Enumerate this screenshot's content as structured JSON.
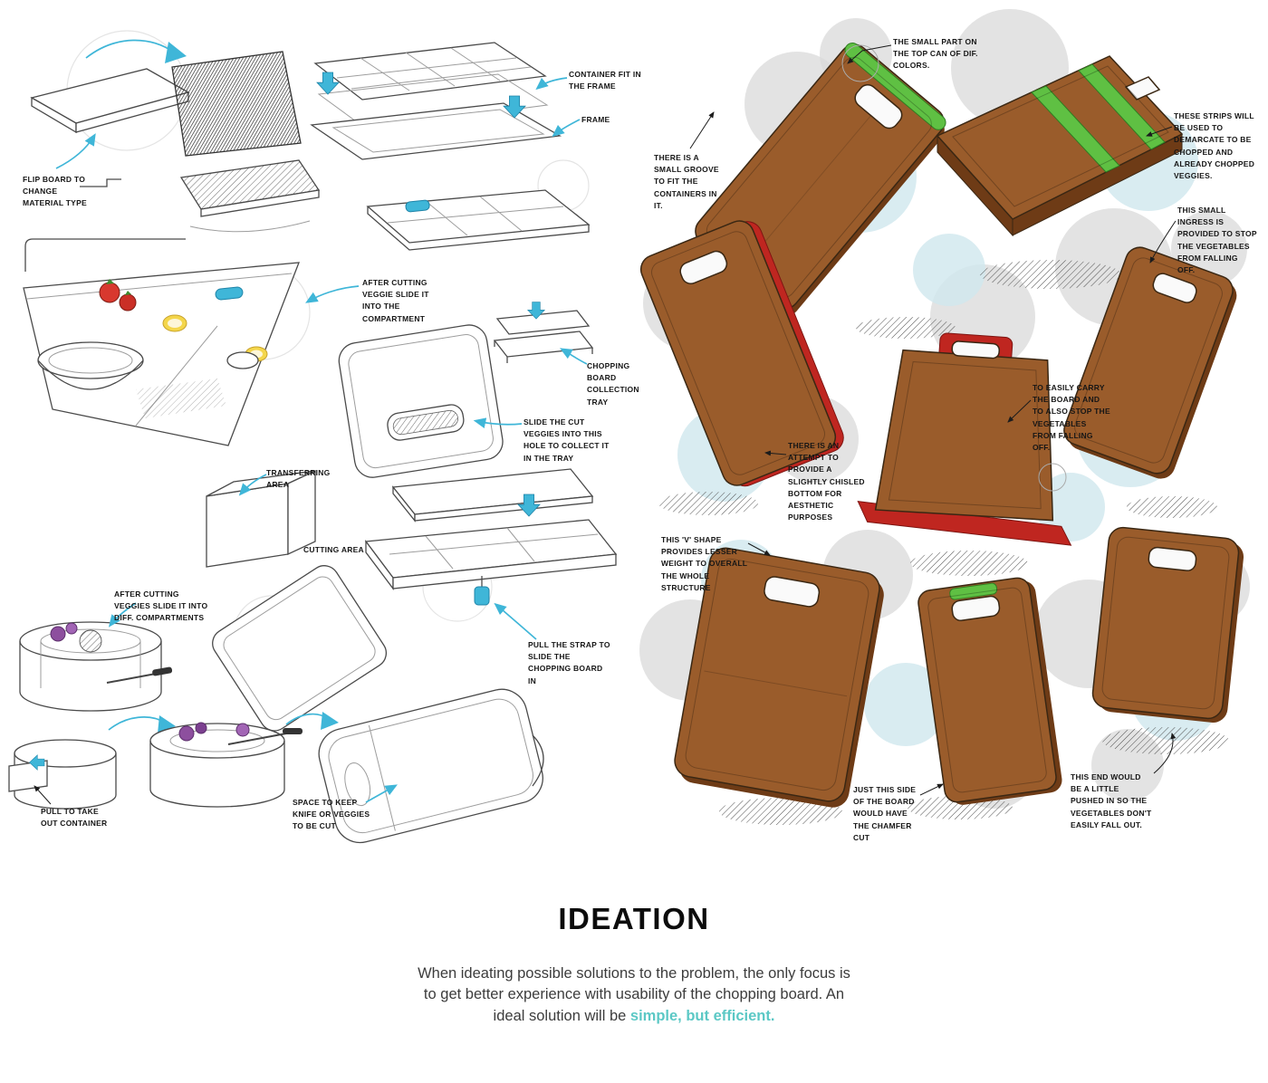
{
  "colors": {
    "arrow_blue": "#3fb6d8",
    "board_brown": "#9a5c2b",
    "strip_green": "#5fc043",
    "accent_red": "#bf2620",
    "highlight_teal": "#5bc8c5"
  },
  "left_annotations": [
    "FLIP BOARD TO CHANGE MATERIAL TYPE",
    "CONTAINER FIT IN THE FRAME",
    "FRAME",
    "AFTER CUTTING VEGGIE SLIDE IT INTO THE COMPARTMENT",
    "CHOPPING BOARD COLLECTION TRAY",
    "SLIDE THE CUT VEGGIES INTO THIS HOLE TO COLLECT IT IN THE TRAY",
    "TRANSFERRING AREA",
    "CUTTING AREA",
    "AFTER CUTTING VEGGIES SLIDE IT INTO DIFF. COMPARTMENTS",
    "PULL TO TAKE OUT CONTAINER",
    "PULL THE STRAP TO SLIDE THE CHOPPING BOARD IN",
    "SPACE TO KEEP KNIFE OR VEGGIES TO BE CUT"
  ],
  "right_annotations": [
    "THE SMALL PART ON THE TOP CAN OF DIF. COLORS.",
    "THERE IS A SMALL GROOVE TO FIT THE CONTAINERS IN IT.",
    "THESE STRIPS WILL BE USED TO DEMARCATE TO BE CHOPPED AND ALREADY CHOPPED VEGGIES.",
    "THIS SMALL INGRESS IS PROVIDED TO STOP THE VEGETABLES FROM FALLING OFF.",
    "THERE IS AN ATTEMPT TO PROVIDE A SLIGHTLY CHISLED BOTTOM FOR AESTHETIC PURPOSES",
    "TO EASILY CARRY THE BOARD AND TO ALSO STOP THE VEGETABLES FROM FALLING OFF.",
    "THIS 'V' SHAPE PROVIDES LESSER WEIGHT TO OVERALL THE WHOLE STRUCTURE",
    "JUST THIS SIDE OF THE BOARD WOULD HAVE THE CHAMFER CUT",
    "THIS END WOULD BE A LITTLE PUSHED IN SO THE VEGETABLES DON'T EASILY FALL OUT."
  ],
  "footer": {
    "title": "IDEATION",
    "body": "When ideating possible solutions to the problem, the only focus is to get better experience with usability of the chopping board. An ideal solution will be",
    "highlight": "simple, but efficient."
  }
}
